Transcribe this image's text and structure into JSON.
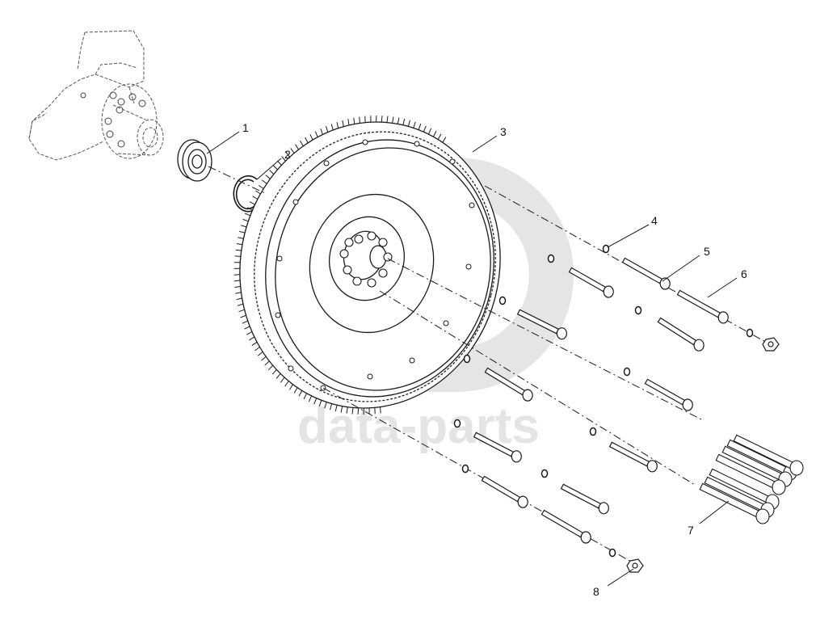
{
  "watermark": {
    "text": "data-parts",
    "color": "#d9d9d9"
  },
  "callouts": [
    {
      "id": "1",
      "label": "1"
    },
    {
      "id": "2",
      "label": "2"
    },
    {
      "id": "3",
      "label": "3"
    },
    {
      "id": "4",
      "label": "4"
    },
    {
      "id": "5",
      "label": "5"
    },
    {
      "id": "6",
      "label": "6"
    },
    {
      "id": "7",
      "label": "7"
    },
    {
      "id": "8",
      "label": "8"
    }
  ],
  "colors": {
    "line": "#1a1a1a",
    "background": "#ffffff"
  }
}
